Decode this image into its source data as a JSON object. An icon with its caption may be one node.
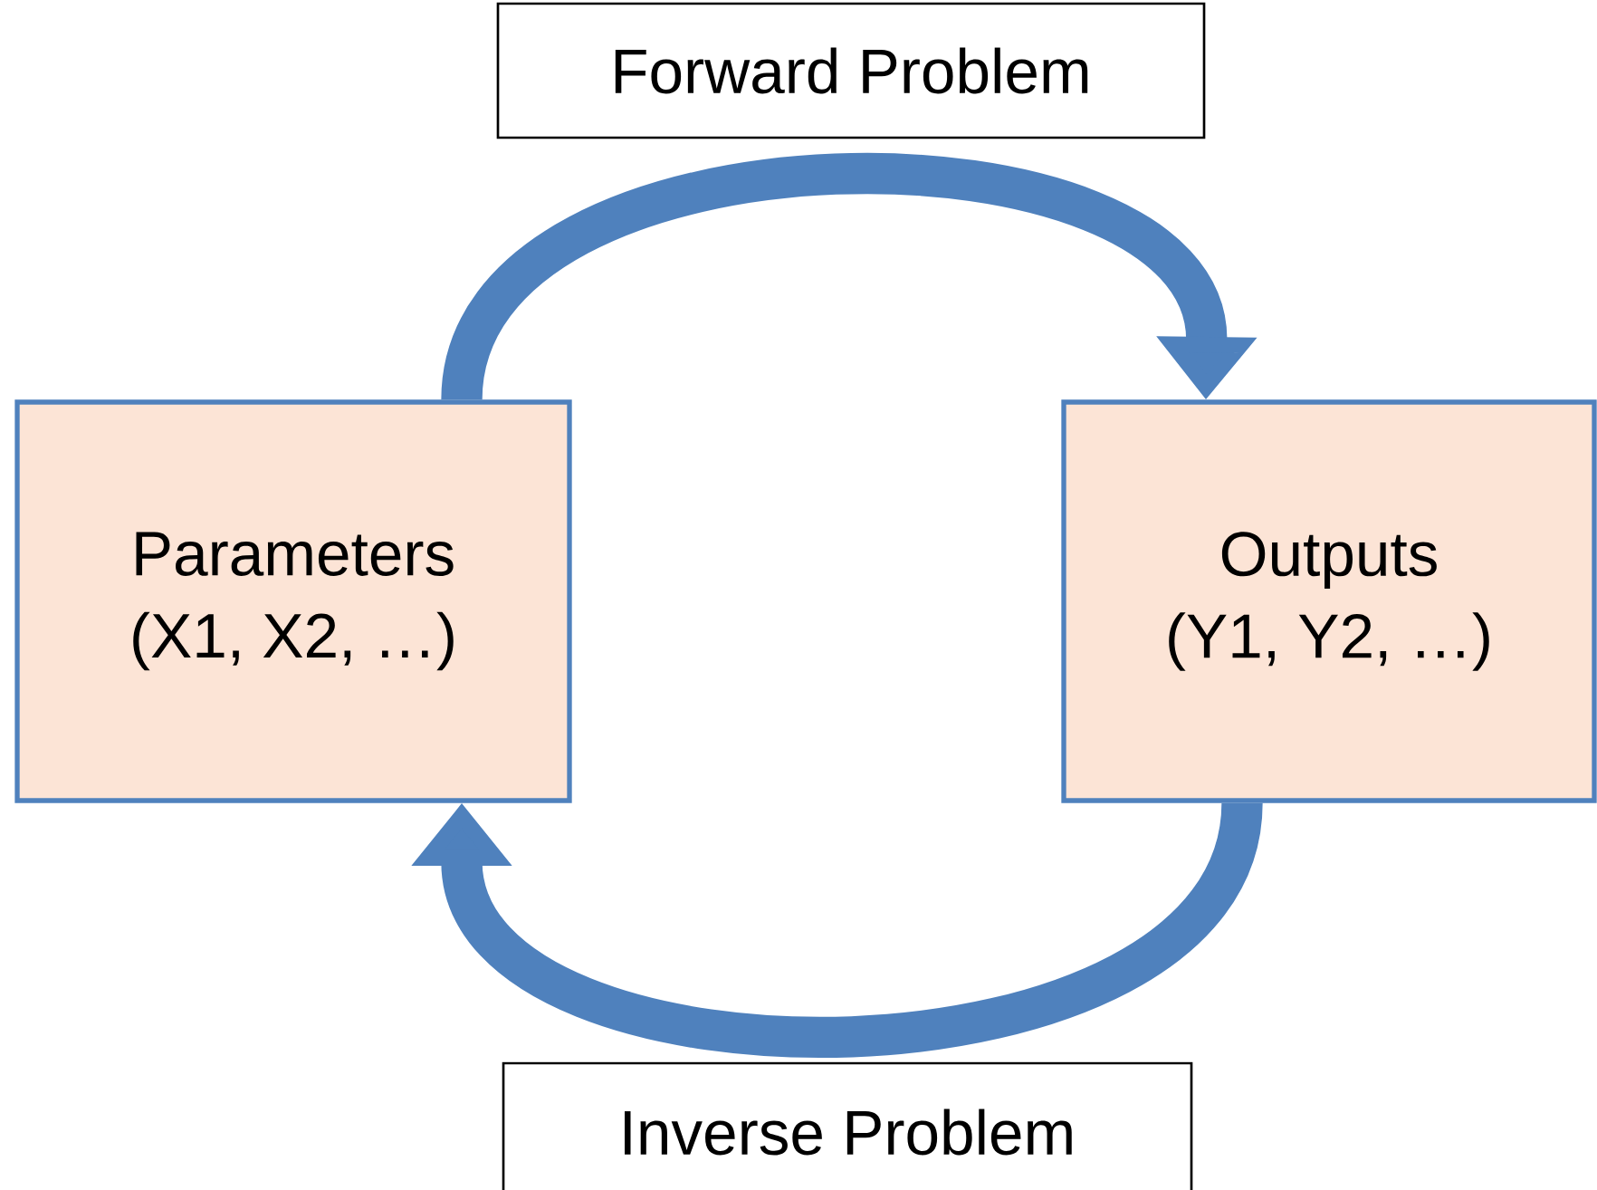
{
  "diagram": {
    "nodes": [
      {
        "text": [
          "Parameters",
          "(X1, X2, …)"
        ]
      },
      {
        "text": [
          "Outputs",
          "(Y1, Y2, …)"
        ]
      },
      {
        "text": [
          "Forward Problem"
        ]
      },
      {
        "text": [
          "Inverse Problem"
        ]
      }
    ],
    "edges": [
      {
        "from": 0,
        "to": 1,
        "arrow": "to"
      },
      {
        "from": 1,
        "to": 0,
        "arrow": "to"
      }
    ]
  }
}
